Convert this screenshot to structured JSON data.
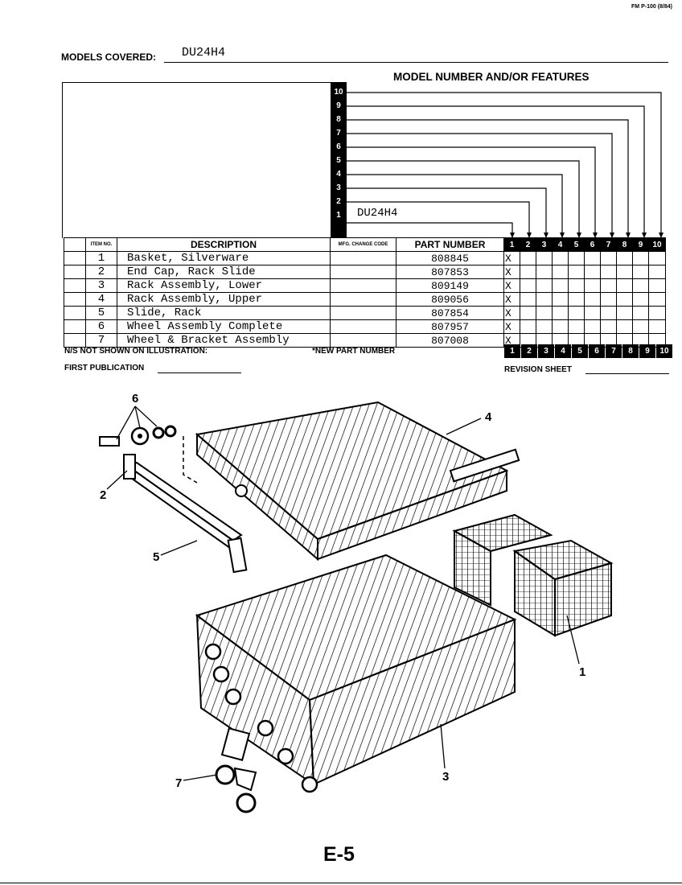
{
  "form_code": "FM P-100 (8/84)",
  "models_covered": {
    "label": "MODELS COVERED:",
    "value": "DU24H4"
  },
  "features_title": "MODEL NUMBER AND/OR FEATURES",
  "model_slots": [
    "10",
    "9",
    "8",
    "7",
    "6",
    "5",
    "4",
    "3",
    "2",
    "1"
  ],
  "model_slot_1_entry": "DU24H4",
  "table": {
    "headers": {
      "item_no": "ITEM NO.",
      "description": "DESCRIPTION",
      "mfg_change": "MFG. CHANGE CODE",
      "part_number": "PART NUMBER",
      "model_cols": [
        "1",
        "2",
        "3",
        "4",
        "5",
        "6",
        "7",
        "8",
        "9",
        "10"
      ]
    },
    "rows": [
      {
        "item": "1",
        "description": "Basket, Silverware",
        "part_number": "808845",
        "mark": "X"
      },
      {
        "item": "2",
        "description": "End Cap, Rack Slide",
        "part_number": "807853",
        "mark": "X"
      },
      {
        "item": "3",
        "description": "Rack Assembly, Lower",
        "part_number": "809149",
        "mark": "X"
      },
      {
        "item": "4",
        "description": "Rack Assembly, Upper",
        "part_number": "809056",
        "mark": "X"
      },
      {
        "item": "5",
        "description": "Slide, Rack",
        "part_number": "807854",
        "mark": "X"
      },
      {
        "item": "6",
        "description": "Wheel Assembly Complete",
        "part_number": "807957",
        "mark": "X"
      },
      {
        "item": "7",
        "description": "Wheel & Bracket Assembly",
        "part_number": "807008",
        "mark": "X"
      }
    ]
  },
  "footer": {
    "ns_label": "N/S NOT SHOWN ON ILLUSTRATION:",
    "new_part_label": "*NEW PART NUMBER",
    "first_publication": "FIRST PUBLICATION",
    "revision_sheet": "REVISION SHEET"
  },
  "callouts": [
    "1",
    "2",
    "3",
    "4",
    "5",
    "6",
    "7"
  ],
  "page_number": "E-5"
}
